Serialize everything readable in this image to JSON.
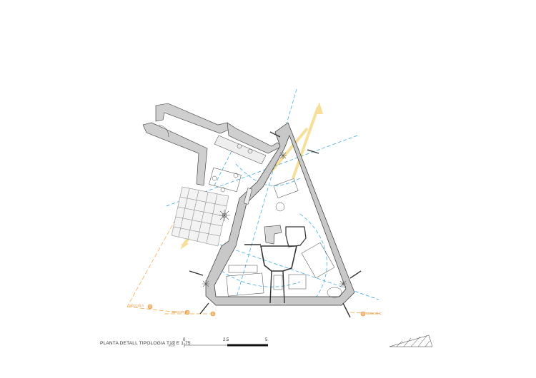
{
  "drawing": {
    "caption": "PLANTA DETALL TIPOLOGIA T12 E 1:75",
    "scale_bar": {
      "labels": [
        "0",
        "2.5",
        "5"
      ]
    },
    "section_tags": [
      "SECCIÓ A",
      "SECCIÓ B",
      "SECCIÓ C"
    ],
    "colors": {
      "wall": "#555555",
      "line": "#333333",
      "axis_blue": "#2aa3d8",
      "axis_orange": "#f0a23a",
      "sun_yellow": "#f5d98a",
      "tile": "#8a8a8a"
    }
  }
}
